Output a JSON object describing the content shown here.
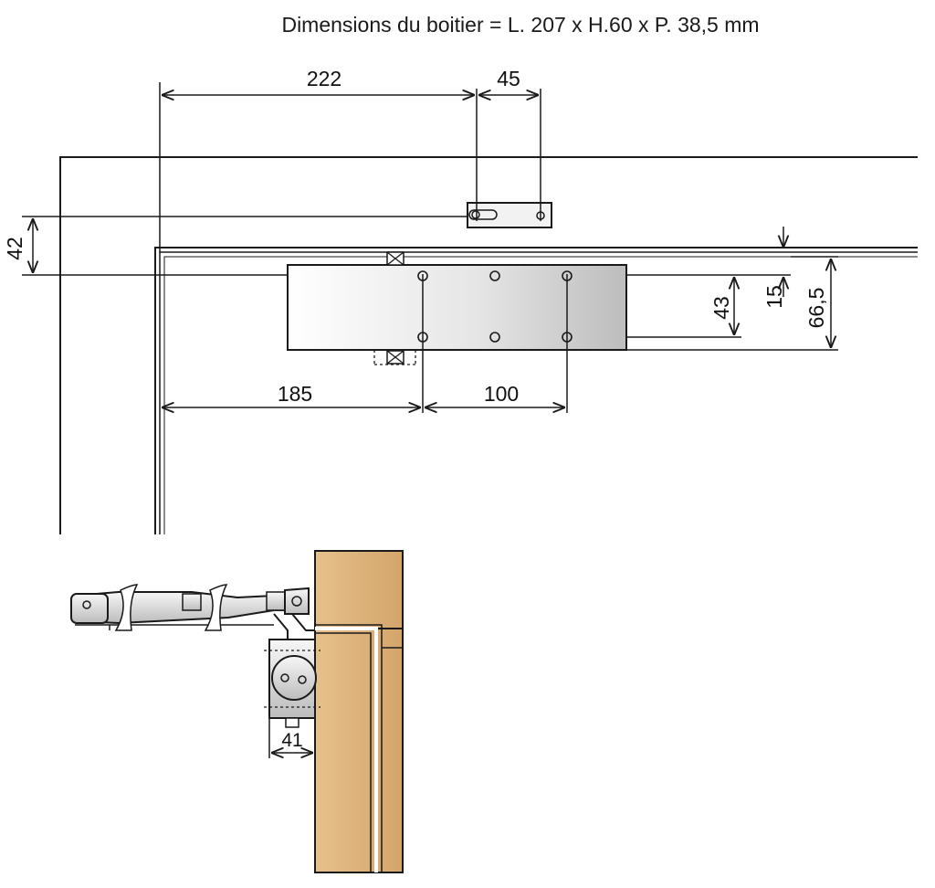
{
  "header": {
    "title": "Dimensions du boitier = L. 207 x H.60 x P. 38,5 mm"
  },
  "dimensions": {
    "d222": "222",
    "d45": "45",
    "d42": "42",
    "d15": "15",
    "d43": "43",
    "d66_5": "66,5",
    "d185": "185",
    "d100": "100",
    "d41": "41"
  },
  "colors": {
    "line": "#1a1a1a",
    "wood_light": "#e2bc86",
    "wood_mid": "#d9ad74",
    "wood_dark": "#c79558",
    "metal_light": "#f4f4f4",
    "metal_dark": "#b8b8b8"
  }
}
